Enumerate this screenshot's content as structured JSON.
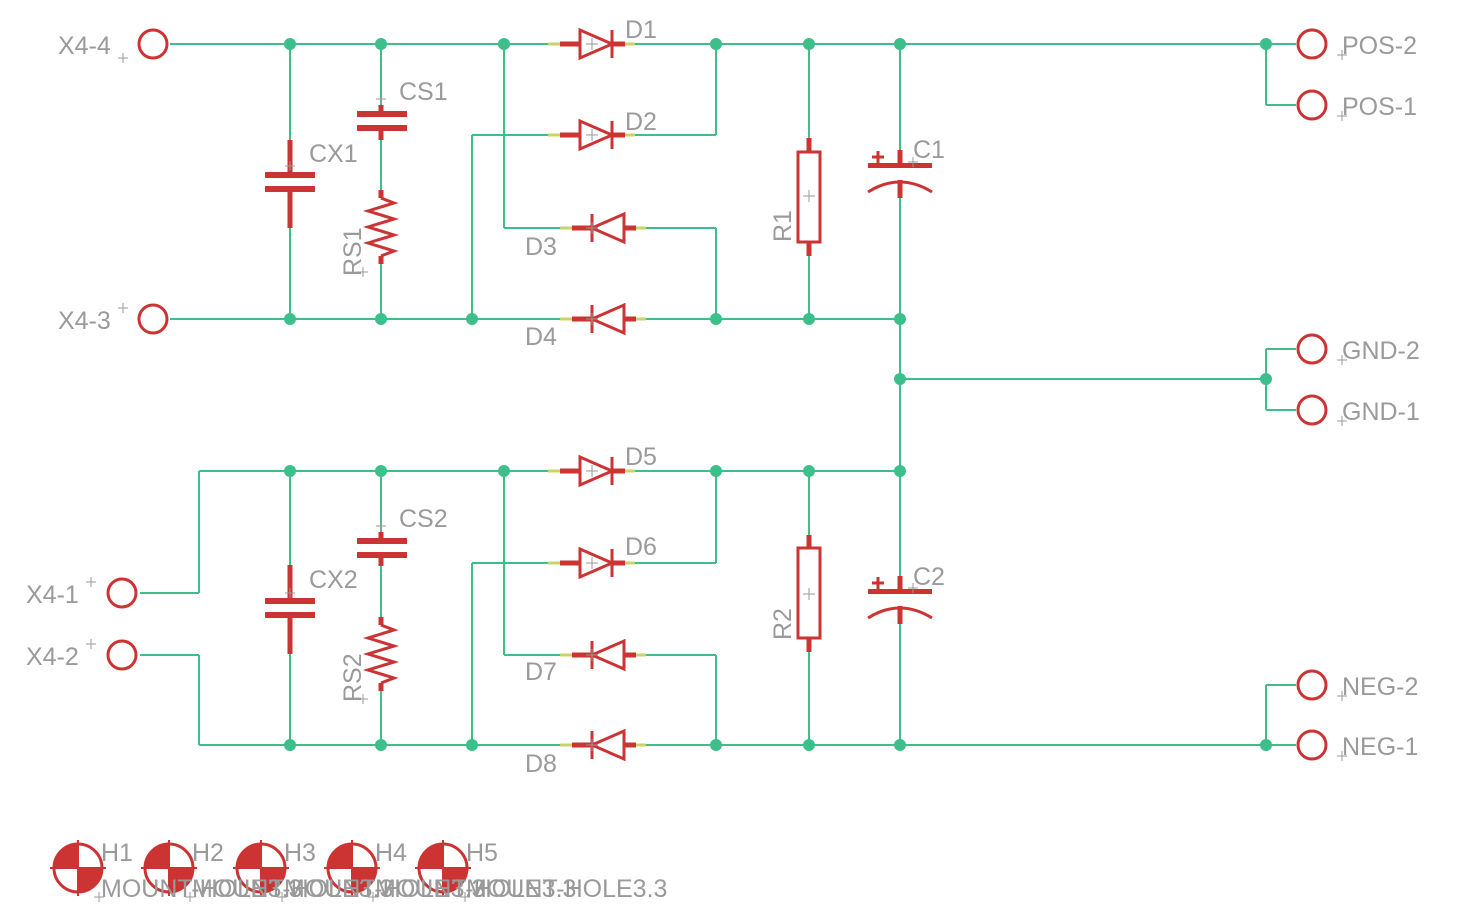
{
  "connectors": {
    "x4_4": "X4-4",
    "x4_3": "X4-3",
    "x4_1": "X4-1",
    "x4_2": "X4-2",
    "pos_2": "POS-2",
    "pos_1": "POS-1",
    "gnd_2": "GND-2",
    "gnd_1": "GND-1",
    "neg_2": "NEG-2",
    "neg_1": "NEG-1"
  },
  "components": {
    "d1": "D1",
    "d2": "D2",
    "d3": "D3",
    "d4": "D4",
    "d5": "D5",
    "d6": "D6",
    "d7": "D7",
    "d8": "D8",
    "cx1": "CX1",
    "cx2": "CX2",
    "cs1": "CS1",
    "cs2": "CS2",
    "rs1": "RS1",
    "rs2": "RS2",
    "r1": "R1",
    "r2": "R2",
    "c1": "C1",
    "c2": "C2"
  },
  "mounting_holes": {
    "h1": "H1",
    "h2": "H2",
    "h3": "H3",
    "h4": "H4",
    "h5": "H5",
    "value": "MOUNT-HOLE3.3"
  },
  "colors": {
    "wire": "#3dbf8c",
    "component": "#cc3333",
    "label": "#9a9a9a",
    "background": "#ffffff"
  }
}
